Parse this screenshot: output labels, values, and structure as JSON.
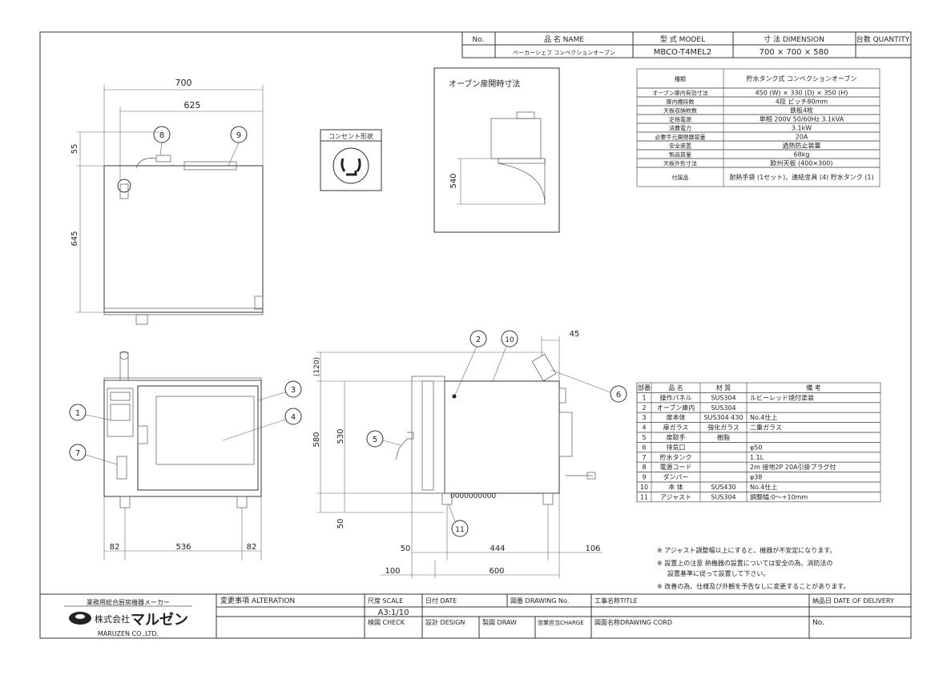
{
  "header": {
    "no_label": "No.",
    "name_label": "品 名 NAME",
    "model_label": "型 式 MODEL",
    "dimension_label": "寸 法 DIMENSION",
    "quantity_label": "台数 QUANTITY",
    "name_value": "ベーカーシェフ コンベクションオーブン",
    "model_value": "MBCO-T4MEL2",
    "dimension_value": "700 × 700 × 580"
  },
  "specs": [
    {
      "label": "種類",
      "value": "貯水タンク式 コンベクションオーブン"
    },
    {
      "label": "オーブン庫内有効寸法",
      "value": "450 (W) × 330 (D) × 350 (H)"
    },
    {
      "label": "庫内棚段数",
      "value": "4段 ピッチ80mm"
    },
    {
      "label": "天板収納枚数",
      "value": "鉄板4枚"
    },
    {
      "label": "定格電源",
      "value": "単相 200V 50/60Hz 3.1kVA"
    },
    {
      "label": "消費電力",
      "value": "3.1kW"
    },
    {
      "label": "必要手元開閉器容量",
      "value": "20A"
    },
    {
      "label": "安全装置",
      "value": "過熱防止装置"
    },
    {
      "label": "製品質量",
      "value": "68kg"
    },
    {
      "label": "天板外形寸法",
      "value": "欧州天板 (400×300)"
    },
    {
      "label": "付属品",
      "value": "耐熱手袋 (1セット)、連結金具 (4) 貯水タンク (1)"
    }
  ],
  "parts_header": {
    "no": "部番",
    "name": "品 名",
    "material": "材 質",
    "note": "備 考"
  },
  "parts": [
    {
      "no": "1",
      "name": "操作パネル",
      "material": "SUS304",
      "note": "ルビーレッド焼付塗装"
    },
    {
      "no": "2",
      "name": "オーブン庫内",
      "material": "SUS304",
      "note": ""
    },
    {
      "no": "3",
      "name": "扉本体",
      "material": "SUS304·430",
      "note": "No.4仕上"
    },
    {
      "no": "4",
      "name": "扉ガラス",
      "material": "強化ガラス",
      "note": "二重ガラス"
    },
    {
      "no": "5",
      "name": "扉取手",
      "material": "樹脂",
      "note": ""
    },
    {
      "no": "6",
      "name": "排気口",
      "material": "",
      "note": "φ50"
    },
    {
      "no": "7",
      "name": "貯水タンク",
      "material": "",
      "note": "1.1L"
    },
    {
      "no": "8",
      "name": "電源コード",
      "material": "",
      "note": "2m 接地2P 20A引掛プラグ付"
    },
    {
      "no": "9",
      "name": "ダンパー",
      "material": "",
      "note": "φ38"
    },
    {
      "no": "10",
      "name": "本 体",
      "material": "SUS430",
      "note": "No.4仕上"
    },
    {
      "no": "11",
      "name": "アジャスト",
      "material": "SUS304",
      "note": "調整幅:0〜+10mm"
    }
  ],
  "notes": [
    "※ アジャスト調整幅以上にすると、機器が不安定になります。",
    "※ 設置上の注意 熱機器の設置については安全の為、消防法の",
    "設置基準に従って設置して下さい。",
    "※ 改善の為、仕様及び外観を予告なしに変更することがあります。"
  ],
  "labels": {
    "outlet_title": "コンセント形状",
    "door_open_title": "オーブン扉開時寸法"
  },
  "dimensions": {
    "top_width_total": "700",
    "top_width_inner": "625",
    "top_55": "55",
    "top_645": "645",
    "door_540": "540",
    "front_536": "536",
    "front_82_left": "82",
    "front_82_right": "82",
    "side_45": "45",
    "side_120": "(120)",
    "side_580": "580",
    "side_530": "530",
    "side_50": "50",
    "side_50_bottom": "50",
    "side_444": "444",
    "side_106": "106",
    "side_100": "100",
    "side_600": "600"
  },
  "balloons": {
    "b1": "1",
    "b2": "2",
    "b3": "3",
    "b4": "4",
    "b5": "5",
    "b6": "6",
    "b7": "7",
    "b8": "8",
    "b9": "9",
    "b10": "10",
    "b11": "11"
  },
  "title_block": {
    "maker_caption": "業務用総合厨房機器メーカー",
    "company_jp": "株式会社",
    "company_brand": "マルゼン",
    "company_en": "MARUZEN CO.,LTD.",
    "alteration": "変更事項 ALTERATION",
    "scale_label": "尺度 SCALE",
    "scale_value": "A3:1/10",
    "date_label": "日付 DATE",
    "drawing_no_label": "図番 DRAWING No.",
    "title_label": "工事名称TITLE",
    "delivery_label": "納品日 DATE OF DELIVERY",
    "check_label": "検図 CHECK",
    "design_label": "設計 DESIGN",
    "draw_label": "製図 DRAW",
    "charge_label": "営業担当CHARGE",
    "cord_label": "図面名称DRAWING CORD",
    "no_label": "No."
  }
}
